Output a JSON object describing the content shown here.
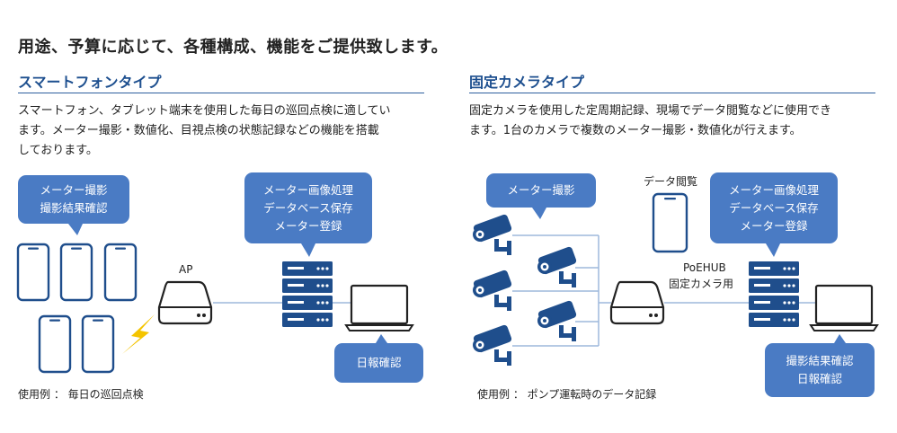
{
  "headline": "用途、予算に応じて、各種構成、機能をご提供致します。",
  "colors": {
    "navy": "#1d4f8f",
    "bubble": "#4a7bc4",
    "device": "#1f4e8c",
    "bolt": "#f4c400",
    "line": "#9db8dc"
  },
  "smartphone": {
    "title": "スマートフォンタイプ",
    "desc_lines": [
      "スマートフォン、タブレット端末を使用した毎日の巡回点検に適してい",
      "ます。メーター撮影・数値化、目視点検の状態記録などの機能を搭載",
      "しております。"
    ],
    "bubble_phone": [
      "メーター撮影",
      "撮影結果確認"
    ],
    "bubble_server": [
      "メーター画像処理",
      "データベース保存",
      "メーター登録"
    ],
    "bubble_laptop": [
      "日報確認"
    ],
    "ap_label": "AP",
    "example": "使用例 ： 毎日の巡回点検"
  },
  "camera": {
    "title": "固定カメラタイプ",
    "desc_lines": [
      "固定カメラを使用した定周期記録、現場でデータ閲覧などに使用でき",
      "ます。1台のカメラで複数のメーター撮影・数値化が行えます。"
    ],
    "bubble_camera": [
      "メーター撮影"
    ],
    "data_view_label": "データ閲覧",
    "bubble_server": [
      "メーター画像処理",
      "データベース保存",
      "メーター登録"
    ],
    "hub_label_1": "PoEHUB",
    "hub_label_2": "固定カメラ用",
    "bubble_laptop": [
      "撮影結果確認",
      "日報確認"
    ],
    "example": "使用例 ： ポンプ運転時のデータ記録"
  }
}
